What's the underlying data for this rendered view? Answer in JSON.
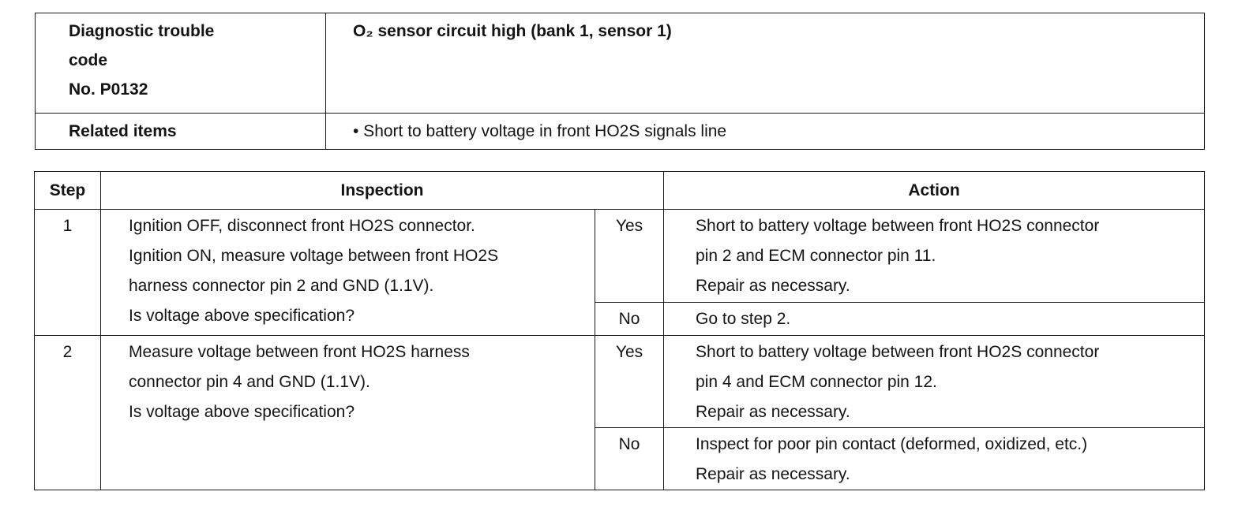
{
  "header": {
    "dtc_label_lines": [
      "Diagnostic trouble",
      "code",
      "No. P0132"
    ],
    "dtc_description": "O₂ sensor circuit high (bank 1, sensor 1)",
    "related_label": "Related items",
    "related_value": "• Short to battery voltage in front HO2S signals line"
  },
  "table": {
    "columns": {
      "step": "Step",
      "inspection": "Inspection",
      "action": "Action"
    },
    "steps": [
      {
        "number": "1",
        "inspection_lines": [
          "Ignition OFF, disconnect front HO2S connector.",
          "Ignition ON, measure voltage between front HO2S",
          "harness connector pin 2 and GND (1.1V).",
          "Is voltage above specification?"
        ],
        "yes_label": "Yes",
        "yes_action_lines": [
          "Short to battery voltage between front HO2S connector",
          "pin 2 and ECM connector pin 11.",
          "Repair as necessary."
        ],
        "no_label": "No",
        "no_action_lines": [
          "Go to step 2."
        ]
      },
      {
        "number": "2",
        "inspection_lines": [
          "Measure voltage between front HO2S harness",
          "connector pin 4 and GND (1.1V).",
          "Is voltage above specification?"
        ],
        "yes_label": "Yes",
        "yes_action_lines": [
          "Short to battery voltage between front HO2S connector",
          "pin 4 and ECM connector pin 12.",
          "Repair as necessary."
        ],
        "no_label": "No",
        "no_action_lines": [
          "Inspect for poor pin contact (deformed, oxidized, etc.)",
          "Repair as necessary."
        ]
      }
    ]
  }
}
